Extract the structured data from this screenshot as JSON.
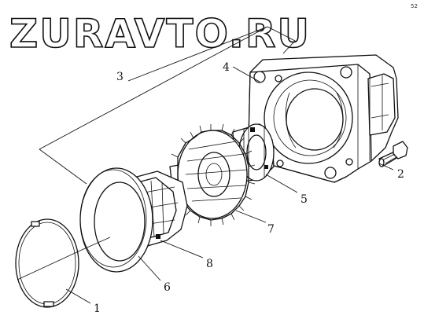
{
  "watermark": "ZURAVTO.RU",
  "corner_mark": "52",
  "callouts": {
    "c1": "1",
    "c2": "2",
    "c3": "3",
    "c4": "4",
    "c5": "5",
    "c6": "6",
    "c7": "7",
    "c8": "8"
  }
}
